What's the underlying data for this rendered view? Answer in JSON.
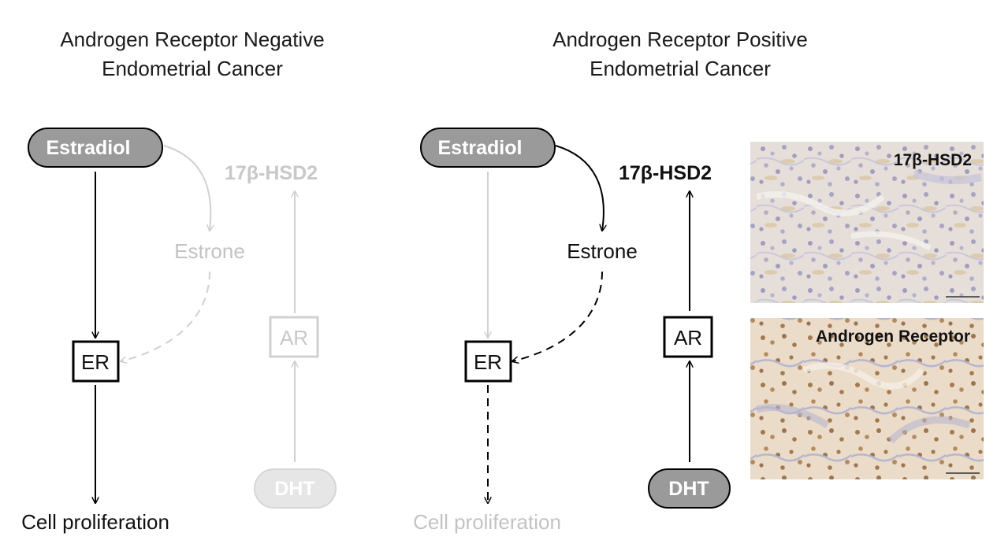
{
  "colors": {
    "active": "#000000",
    "faded": "#d0d0d0",
    "faded_text": "#bdbdbd",
    "pill_fill": "#9a9a9a",
    "pill_fill_faded": "#e4e4e4",
    "tissue_bg": "#e9e1dc",
    "tissue_stroma": "#a9a8c6",
    "tissue_brown": "#d2b27e"
  },
  "left_panel": {
    "title_line1": "Androgen Receptor Negative",
    "title_line2": "Endometrial Cancer",
    "estradiol": "Estradiol",
    "enzyme": "17β-HSD2",
    "estrone": "Estrone",
    "er": "ER",
    "ar": "AR",
    "dht": "DHT",
    "outcome": "Cell proliferation"
  },
  "right_panel": {
    "title_line1": "Androgen Receptor Positive",
    "title_line2": "Endometrial Cancer",
    "estradiol": "Estradiol",
    "enzyme": "17β-HSD2",
    "estrone": "Estrone",
    "er": "ER",
    "ar": "AR",
    "dht": "DHT",
    "outcome": "Cell proliferation"
  },
  "micrographs": [
    {
      "label": "17β-HSD2",
      "icon": "ihc-micrograph"
    },
    {
      "label": "Androgen Receptor",
      "icon": "ihc-micrograph"
    }
  ]
}
